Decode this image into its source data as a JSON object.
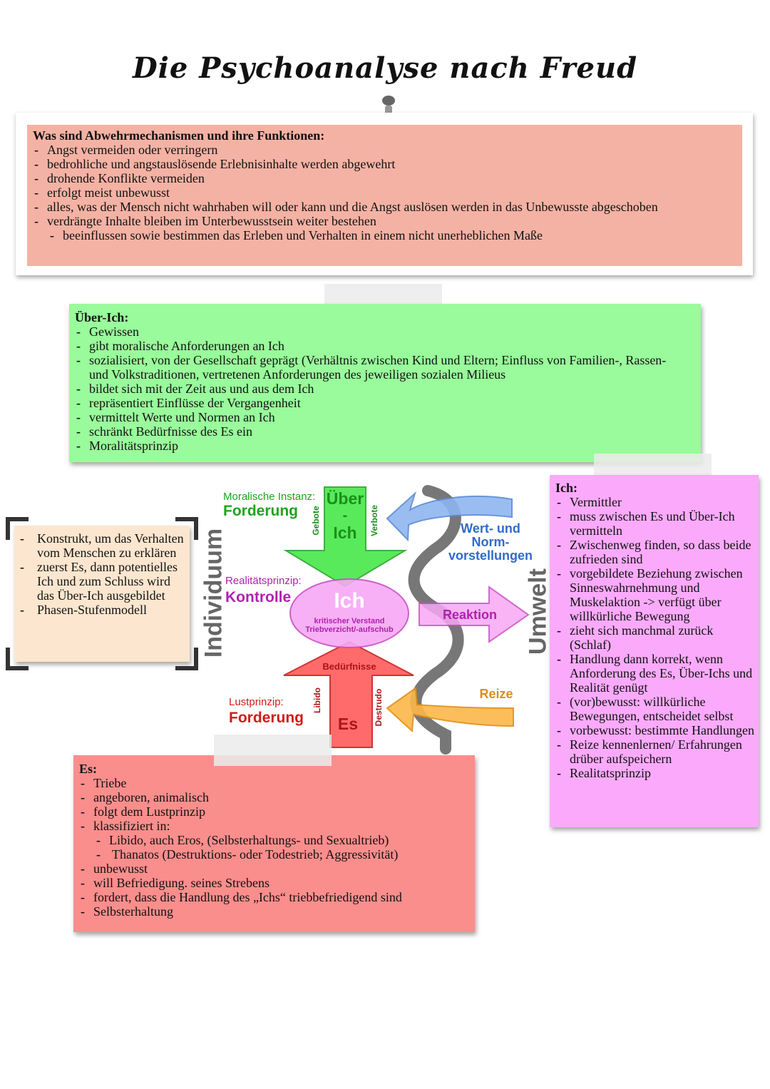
{
  "title": "Die Psychoanalyse nach Freud",
  "abwehr": {
    "heading": "Was sind Abwehrmechanismen und ihre Funktionen:",
    "items": [
      "Angst vermeiden oder verringern",
      "bedrohliche und angstauslösende Erlebnisinhalte werden abgewehrt",
      "drohende Konflikte vermeiden",
      "erfolgt meist unbewusst",
      "alles, was der Mensch nicht wahrhaben will oder kann und die Angst auslösen werden in das Unbewusste abgeschoben",
      "verdrängte Inhalte bleiben im Unterbewusstsein weiter bestehen"
    ],
    "subitem": "beeinflussen sowie bestimmen das Erleben und Verhalten in einem nicht unerheblichen Maße"
  },
  "ueberich": {
    "heading": "Über-Ich:",
    "items": [
      "Gewissen",
      "gibt moralische Anforderungen an Ich",
      "sozialisiert, von der Gesellschaft geprägt (Verhältnis zwischen Kind und Eltern; Einfluss von Familien-, Rassen- und Volkstraditionen, vertretenen Anforderungen des jeweiligen sozialen Milieus",
      "bildet sich mit der Zeit aus und aus dem Ich",
      "repräsentiert Einflüsse der Vergangenheit",
      "vermittelt Werte und Normen an Ich",
      "schränkt Bedürfnisse des Es ein",
      "Moralitätsprinzip"
    ]
  },
  "konstrukt": {
    "items": [
      "Konstrukt, um das Verhalten vom Menschen zu erklären",
      "zuerst Es, dann potentielles Ich und zum Schluss wird das Über-Ich ausgebildet",
      "Phasen-Stufenmodell"
    ]
  },
  "diagram": {
    "individuum": "Individuum",
    "umwelt": "Umwelt",
    "moral_label": "Moralische Instanz:",
    "moral_forderung": "Forderung",
    "ueber": "Über",
    "dash": "-",
    "ich_small": "Ich",
    "gebote": "Gebote",
    "verbote": "Verbote",
    "realitaet_label": "Realitätsprinzip:",
    "kontrolle": "Kontrolle",
    "ich_big": "Ich",
    "verstand": "kritischer Verstand",
    "triebverzicht": "Triebverzicht/-aufschub",
    "beduerfnisse": "Bedürfnisse",
    "lust_label": "Lustprinzip:",
    "lust_forderung": "Forderung",
    "libido": "Libido",
    "destrudo": "Destrudo",
    "es": "Es",
    "wert1": "Wert- und",
    "wert2": "Norm-",
    "wert3": "vorstellungen",
    "reaktion": "Reaktion",
    "reize": "Reize"
  },
  "ich": {
    "heading": "Ich:",
    "items": [
      "Vermittler",
      "muss zwischen Es und Über-Ich vermitteln",
      "Zwischenweg finden, so dass beide zufrieden sind",
      "vorgebildete Beziehung zwischen Sinneswahrnehmung und Muskelaktion -> verfügt über willkürliche Bewegung",
      "zieht sich manchmal zurück (Schlaf)",
      "Handlung dann korrekt, wenn Anforderung des Es, Über-Ichs und Realität genügt",
      "(vor)bewusst: willkürliche Bewegungen, entscheidet selbst",
      "vorbewusst: bestimmte Handlungen",
      "Reize kennenlernen/ Erfahrungen drüber aufspeichern",
      "Realitatsprinzip"
    ]
  },
  "es": {
    "heading": "Es:",
    "items_a": [
      "Triebe",
      "angeboren, animalisch",
      "folgt dem Lustprinzip",
      "klassifiziert in:"
    ],
    "subitems": [
      "Libido, auch Eros, (Selbsterhaltungs- und Sexualtrieb)",
      "Thanatos (Destruktions- oder Todestrieb; Aggressivität)"
    ],
    "items_b": [
      "unbewusst",
      "will Befriedigung. seines Strebens",
      "fordert, dass die Handlung des „Ichs“ triebbefriedigend sind",
      "Selbsterhaltung"
    ]
  },
  "colors": {
    "salmon": "#f4b2a4",
    "green": "#99fb9b",
    "beige": "#fce6cf",
    "pink": "#fbaafb",
    "red": "#fa8e8c"
  }
}
